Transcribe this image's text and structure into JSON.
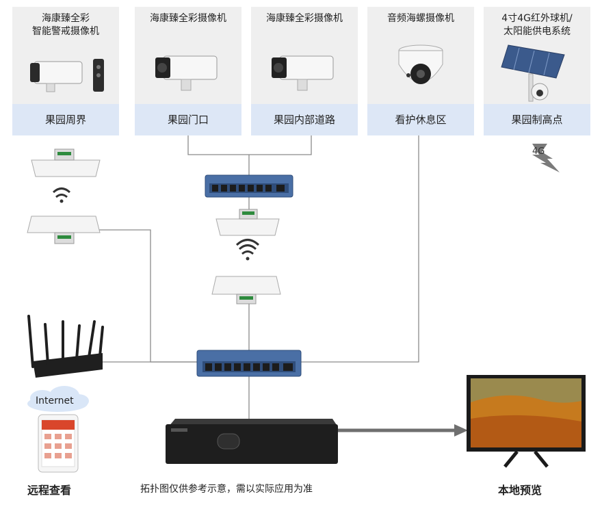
{
  "cameras": [
    {
      "title": "海康臻全彩\n智能警戒摄像机",
      "location": "果园周界"
    },
    {
      "title": "海康臻全彩摄像机",
      "location": "果园门口"
    },
    {
      "title": "海康臻全彩摄像机",
      "location": "果园内部道路"
    },
    {
      "title": "音频海螺摄像机",
      "location": "看护休息区"
    },
    {
      "title": "4寸4G红外球机/\n太阳能供电系统",
      "location": "果园制高点"
    }
  ],
  "labels": {
    "signal_4g": "4G",
    "internet": "Internet",
    "remote_view": "远程查看",
    "local_preview": "本地预览",
    "disclaimer": "拓扑图仅供参考示意，需以实际应用为准"
  },
  "colors": {
    "card_bg": "#efefef",
    "location_bg": "#dde7f6",
    "switch_blue": "#4a6fa5",
    "line_gray": "#8a8a8a",
    "arrow_gray": "#6f6f6f"
  }
}
